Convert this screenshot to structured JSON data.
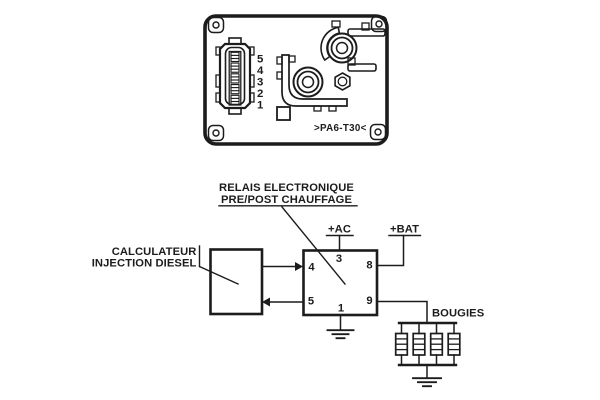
{
  "colors": {
    "line": "#1c1c1c",
    "background": "#ffffff"
  },
  "module_drawing": {
    "connector_pins": [
      "5",
      "4",
      "3",
      "2",
      "1"
    ],
    "marking": ">PA6-T30<"
  },
  "schematic": {
    "relay_label": {
      "line1": "RELAIS ELECTRONIQUE",
      "line2": "PRE/POST CHAUFFAGE"
    },
    "ecu_label": {
      "line1": "CALCULATEUR",
      "line2": "INJECTION DIESEL"
    },
    "supplies": {
      "ac": "+AC",
      "bat": "+BAT"
    },
    "glow_plugs_label": "BOUGIES",
    "relay_pins": {
      "pin4": "4",
      "pin3": "3",
      "pin8": "8",
      "pin5": "5",
      "pin1": "1",
      "pin9": "9"
    }
  }
}
